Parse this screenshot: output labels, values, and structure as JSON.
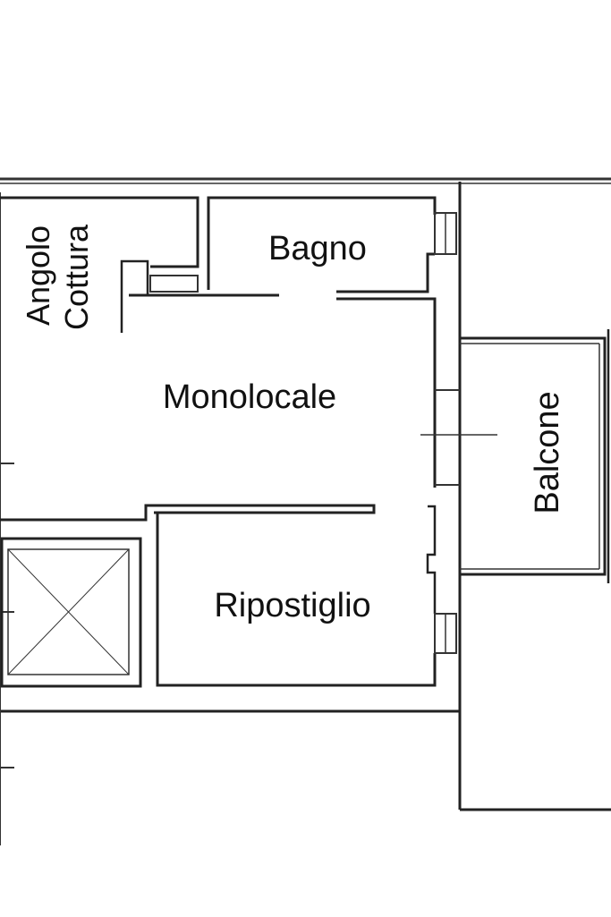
{
  "plan": {
    "rooms": {
      "angolo_cottura": {
        "line1": "Angolo",
        "line2": "Cottura"
      },
      "bagno": "Bagno",
      "monolocale": "Monolocale",
      "ripostiglio": "Ripostiglio",
      "balcone": "Balcone"
    }
  }
}
